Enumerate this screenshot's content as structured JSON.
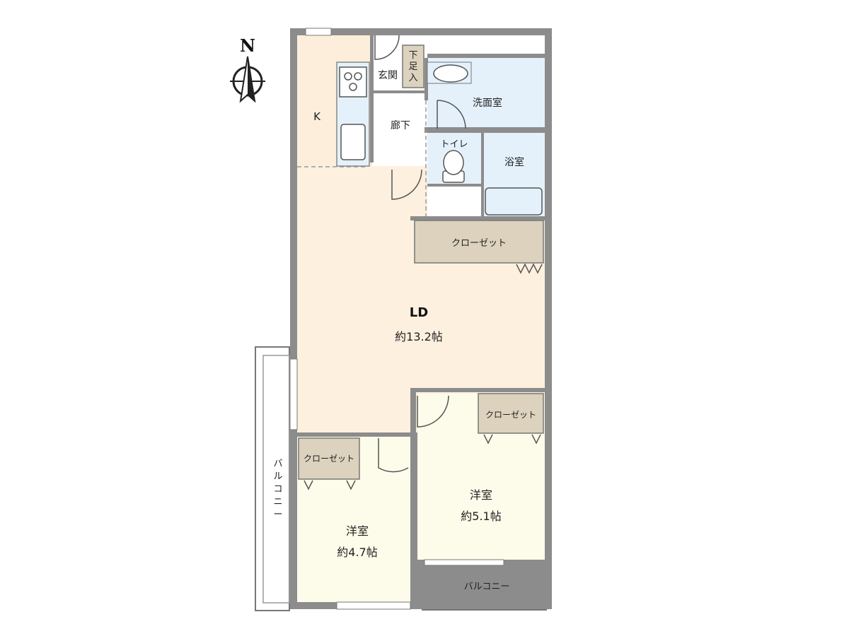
{
  "compass": {
    "label": "N"
  },
  "rooms": {
    "kitchen": "K",
    "entrance": "玄関",
    "shoe_cabinet": [
      "下",
      "足",
      "入"
    ],
    "washroom": "洗面室",
    "hallway": "廊下",
    "toilet": "トイレ",
    "bathroom": "浴室",
    "ld_name": "LD",
    "ld_size": "約13.2帖",
    "closet_ld": "クローゼット",
    "closet_east": "クローゼット",
    "closet_west": "クローゼット",
    "western_room_east_name": "洋室",
    "western_room_east_size": "約5.1帖",
    "western_room_west_name": "洋室",
    "western_room_west_size": "約4.7帖",
    "balcony_south": "バルコニー",
    "balcony_west": [
      "バ",
      "ル",
      "コ",
      "ニ",
      "ー"
    ]
  },
  "colors": {
    "wall": "#8c8c8c",
    "kitchen_floor": "#fdeedb",
    "ld_floor": "#fdf0df",
    "bedroom_floor": "#fdfbe9",
    "wet_area": "#e4f1fb",
    "closet": "#dcd2bd",
    "hall": "#ffffff"
  }
}
